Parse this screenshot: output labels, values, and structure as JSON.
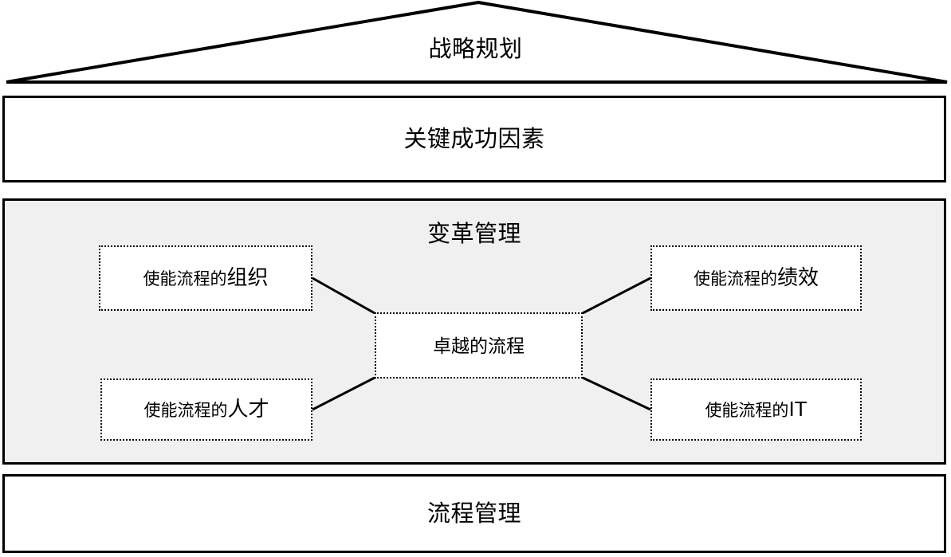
{
  "diagram": {
    "title_roof": "战略规划",
    "roof": {
      "label": "战略规划",
      "shape": "triangle-roof"
    },
    "bands": [
      {
        "id": "critical-success-factors",
        "label": "关键成功因素",
        "fill": "#ffffff"
      },
      {
        "id": "change-management",
        "label": "变革管理",
        "fill": "#f0f0f0"
      },
      {
        "id": "process-management",
        "label": "流程管理",
        "fill": "#ffffff"
      }
    ],
    "nodes": [
      {
        "id": "organization",
        "prefix": "使能流程的",
        "emphasis": "组织",
        "full": "使能流程的组织"
      },
      {
        "id": "performance",
        "prefix": "使能流程的",
        "emphasis": "绩效",
        "full": "使能流程的绩效"
      },
      {
        "id": "core",
        "prefix": "卓越的流程",
        "emphasis": "",
        "full": "卓越的流程"
      },
      {
        "id": "talent",
        "prefix": "使能流程的",
        "emphasis": "人才",
        "full": "使能流程的人才"
      },
      {
        "id": "it",
        "prefix": "使能流程的",
        "emphasis": "IT",
        "full": "使能流程的IT"
      }
    ],
    "connectors": [
      {
        "from": "organization",
        "to": "core"
      },
      {
        "from": "performance",
        "to": "core"
      },
      {
        "from": "talent",
        "to": "core"
      },
      {
        "from": "it",
        "to": "core"
      }
    ],
    "colors": {
      "stroke": "#000000",
      "band_gray": "#f0f0f0",
      "node_fill": "#ffffff",
      "page_bg": "#ffffff"
    }
  }
}
